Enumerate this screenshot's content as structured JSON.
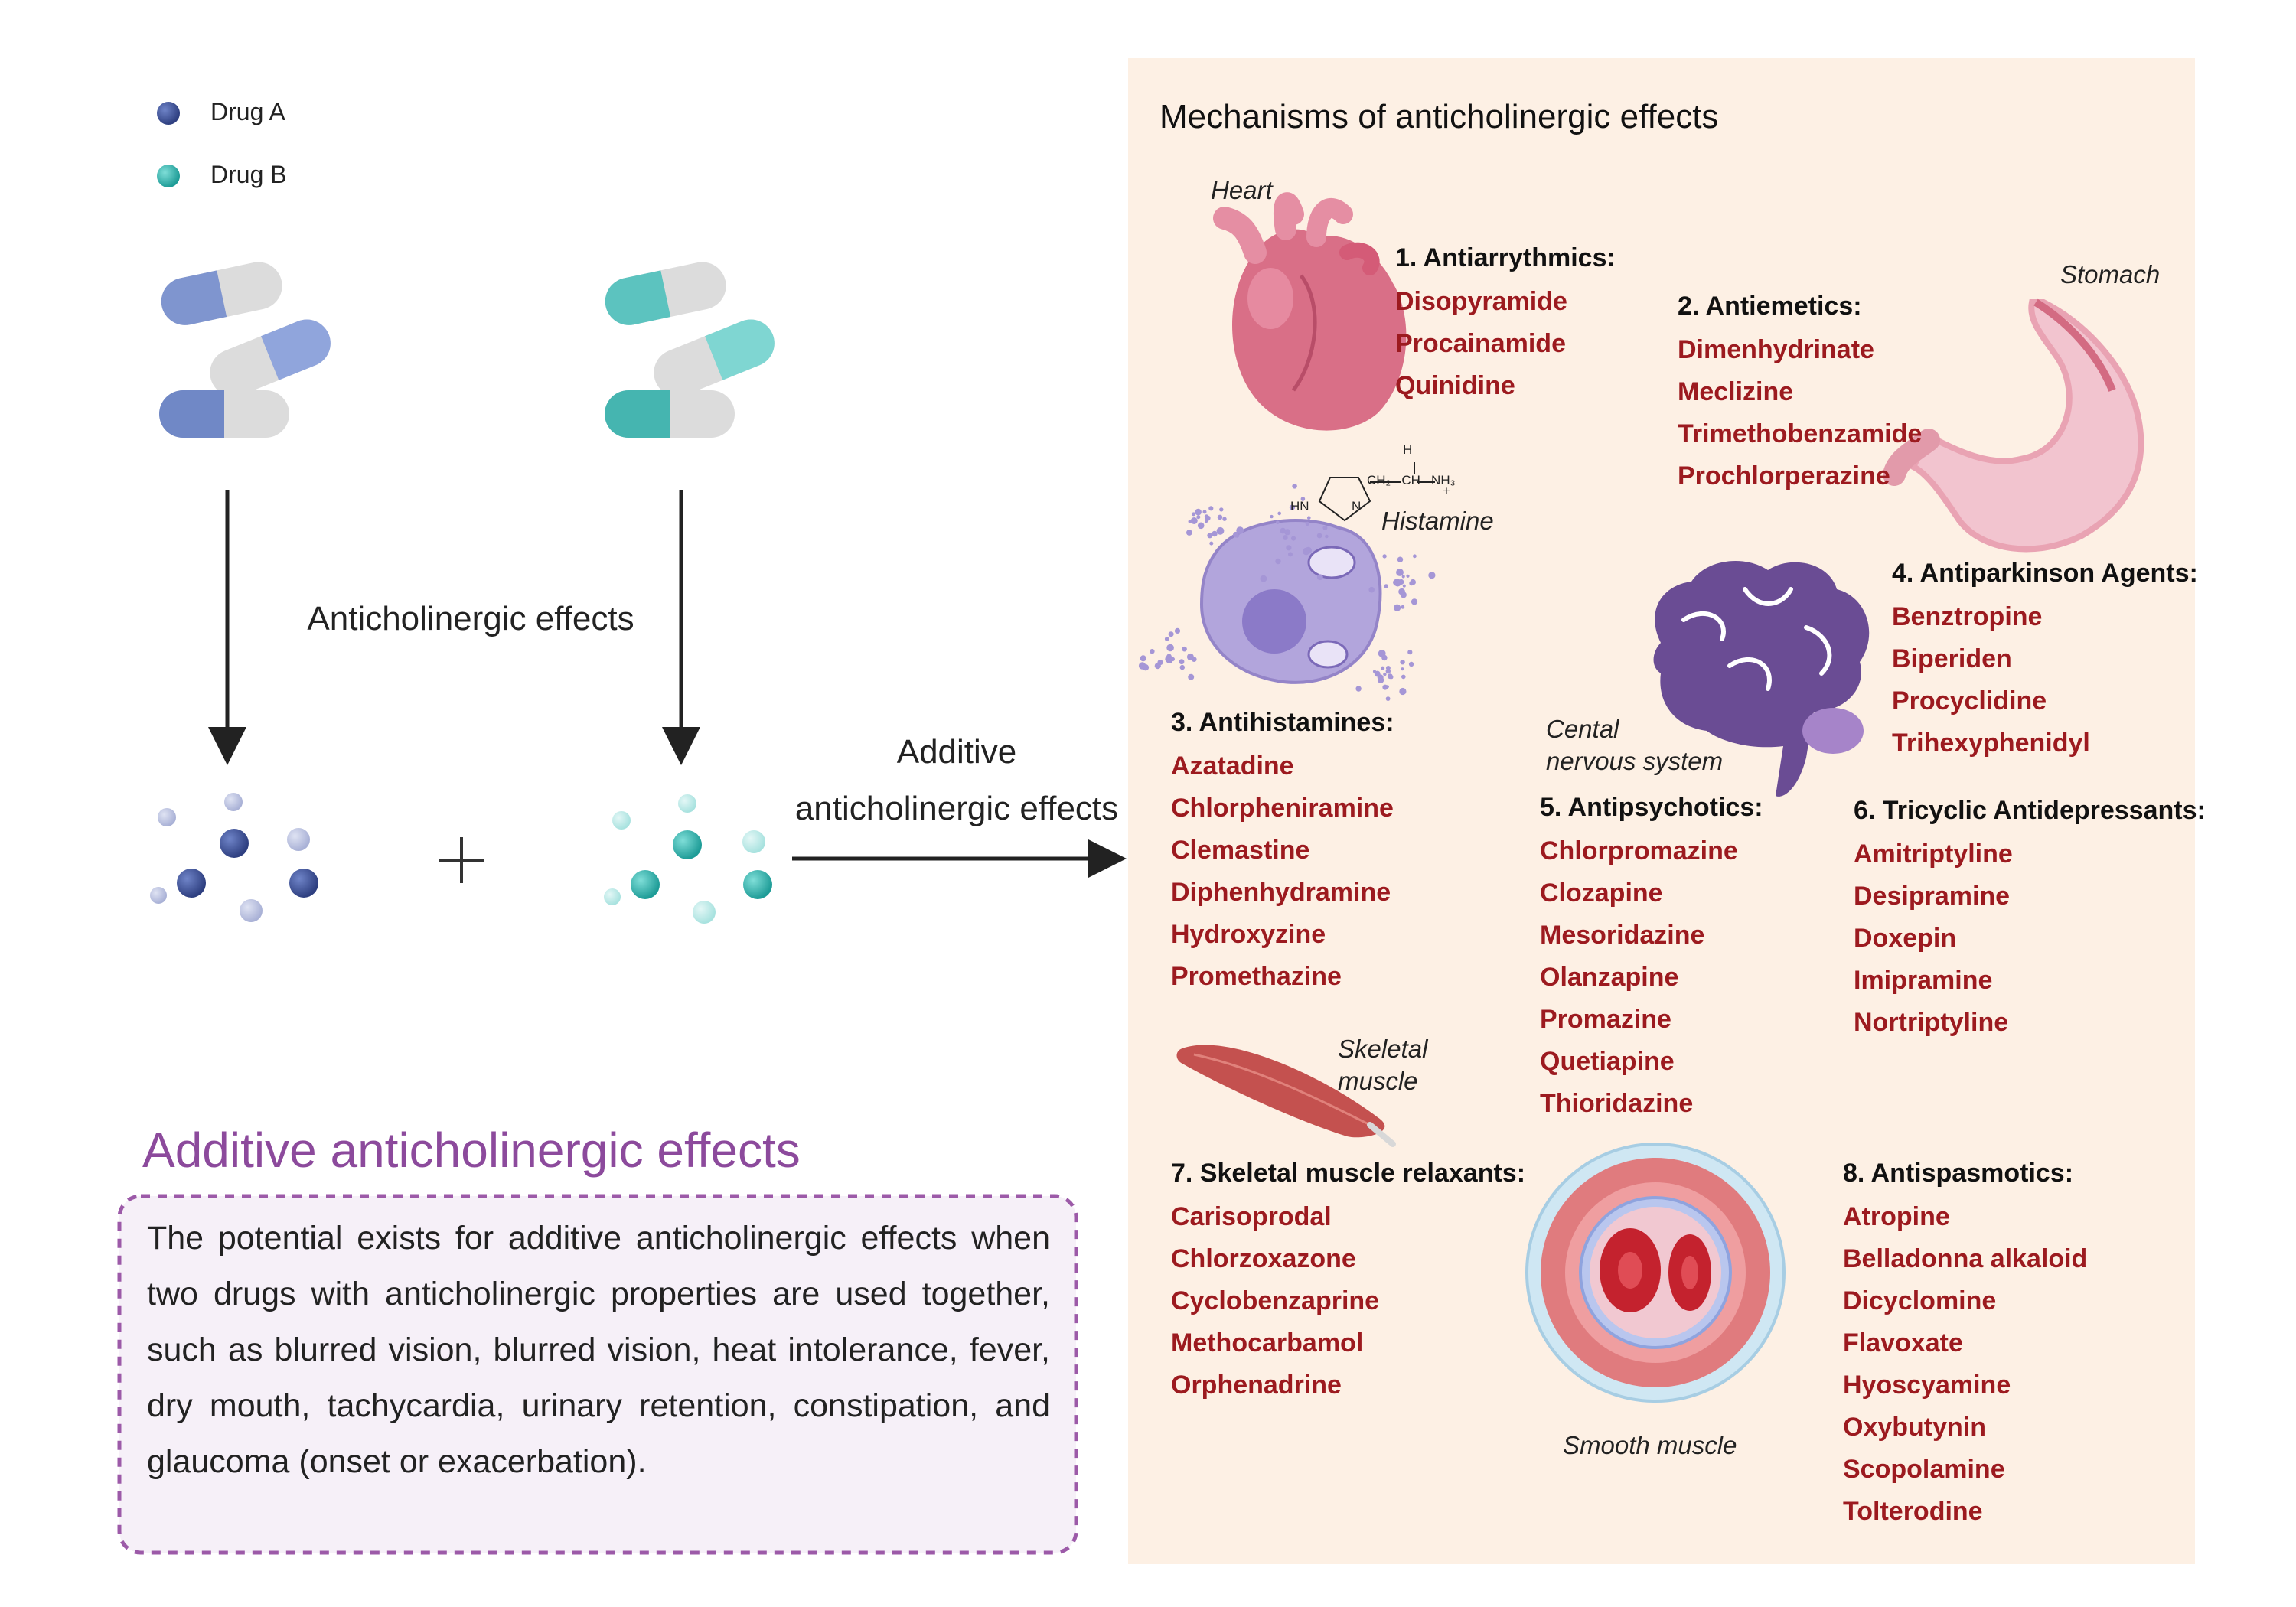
{
  "legend": [
    {
      "label": "Drug A",
      "color": "#3d5196"
    },
    {
      "label": "Drug B",
      "color": "#3ab5b0"
    }
  ],
  "flow": {
    "left_label": "Anticholinergic effects",
    "plus": "+",
    "arrow_label_line1": "Additive",
    "arrow_label_line2": "anticholinergic effects"
  },
  "summary": {
    "title": "Additive anticholinergic effects",
    "text": "The potential exists for additive anticholinergic effects when two drugs with anticholinergic properties are used together, such as blurred vision, blurred vision, heat intolerance, fever, dry mouth, tachycardia, urinary retention, constipation, and glaucoma (onset or exacerbation)."
  },
  "panel": {
    "title": "Mechanisms of anticholinergic effects",
    "background": "#fdf0e4",
    "organ_labels": {
      "heart": "Heart",
      "stomach": "Stomach",
      "histamine": "Histamine",
      "cns_line1": "Cental",
      "cns_line2": "nervous system",
      "skeletal_line1": "Skeletal",
      "skeletal_line2": "muscle",
      "smooth": "Smooth muscle"
    },
    "histamine_formula": {
      "h": "H",
      "chain": "CH₂– CH– NH₃",
      "plus": "+",
      "hn": "HN",
      "n": "N"
    },
    "categories": [
      {
        "title": "1. Antiarrythmics:",
        "drugs": [
          "Disopyramide",
          "Procainamide",
          "Quinidine"
        ]
      },
      {
        "title": "2. Antiemetics:",
        "drugs": [
          "Dimenhydrinate",
          "Meclizine",
          "Trimethobenzamide",
          "Prochlorperazine"
        ]
      },
      {
        "title": "3. Antihistamines:",
        "drugs": [
          "Azatadine",
          "Chlorpheniramine",
          "Clemastine",
          "Diphenhydramine",
          "Hydroxyzine",
          "Promethazine"
        ]
      },
      {
        "title": "4. Antiparkinson Agents:",
        "drugs": [
          "Benztropine",
          "Biperiden",
          "Procyclidine",
          "Trihexyphenidyl"
        ]
      },
      {
        "title": "5. Antipsychotics:",
        "drugs": [
          "Chlorpromazine",
          "Clozapine",
          "Mesoridazine",
          "Olanzapine",
          "Promazine",
          "Quetiapine",
          "Thioridazine"
        ]
      },
      {
        "title": "6. Tricyclic Antidepressants:",
        "drugs": [
          "Amitriptyline",
          "Desipramine",
          "Doxepin",
          "Imipramine",
          "Nortriptyline"
        ]
      },
      {
        "title": "7. Skeletal muscle relaxants:",
        "drugs": [
          "Carisoprodal",
          "Chlorzoxazone",
          "Cyclobenzaprine",
          "Methocarbamol",
          "Orphenadrine"
        ]
      },
      {
        "title": "8. Antispasmotics:",
        "drugs": [
          "Atropine",
          "Belladonna alkaloid",
          "Dicyclomine",
          "Flavoxate",
          "Hyoscyamine",
          "Oxybutynin",
          "Scopolamine",
          "Tolterodine"
        ]
      }
    ]
  },
  "icons": {
    "capsules_a": "capsule-icon",
    "capsules_b": "capsule-icon",
    "heart": "heart-icon",
    "stomach": "stomach-icon",
    "mast_cell": "mast-cell-icon",
    "brain": "brain-icon",
    "muscle": "muscle-icon",
    "vessel": "blood-vessel-icon"
  }
}
